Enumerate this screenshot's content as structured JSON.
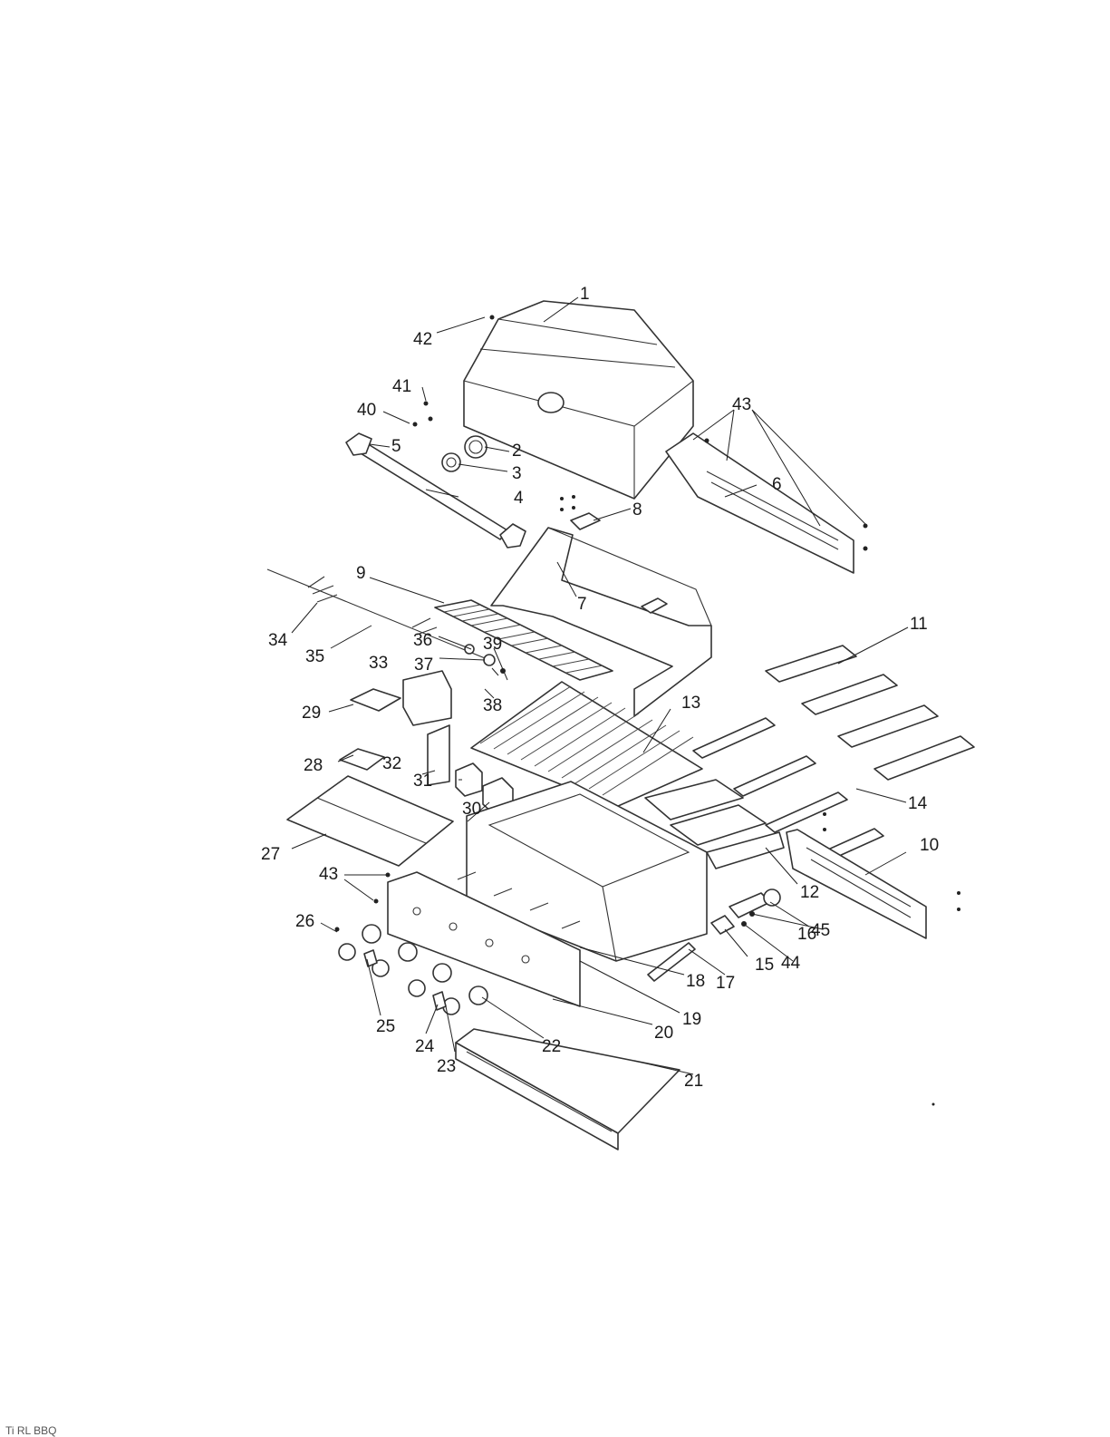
{
  "diagram": {
    "labels": [
      "1",
      "2",
      "3",
      "4",
      "5",
      "6",
      "7",
      "8",
      "9",
      "10",
      "11",
      "12",
      "13",
      "14",
      "15",
      "16",
      "17",
      "18",
      "19",
      "20",
      "21",
      "22",
      "23",
      "24",
      "25",
      "26",
      "27",
      "28",
      "29",
      "30",
      "31",
      "32",
      "33",
      "34",
      "35",
      "36",
      "37",
      "38",
      "39",
      "40",
      "41",
      "42",
      "43",
      "43",
      "44",
      "45"
    ]
  },
  "footer": {
    "text": "Ti  RL  BBQ"
  }
}
